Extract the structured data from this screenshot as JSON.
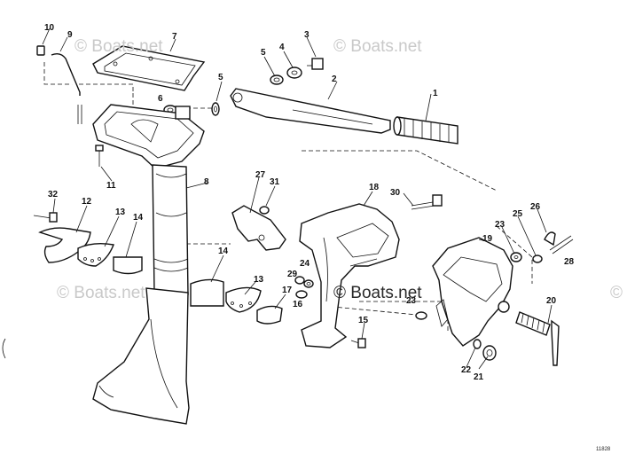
{
  "watermarks": [
    {
      "id": "wm1",
      "text": "© Boats.net",
      "style": "light"
    },
    {
      "id": "wm2",
      "text": "© Boats.net",
      "style": "light"
    },
    {
      "id": "wm3",
      "text": "© Boats.net",
      "style": "light"
    },
    {
      "id": "wm4",
      "text": "© Boats.net",
      "style": "dark"
    },
    {
      "id": "wm5",
      "text": "© Boats.net",
      "style": "light"
    }
  ],
  "callouts": [
    "1",
    "2",
    "3",
    "4",
    "5",
    "5",
    "6",
    "7",
    "8",
    "9",
    "10",
    "11",
    "12",
    "13",
    "13",
    "14",
    "14",
    "15",
    "16",
    "17",
    "18",
    "19",
    "20",
    "21",
    "22",
    "23",
    "23",
    "24",
    "25",
    "26",
    "27",
    "28",
    "29",
    "30",
    "31",
    "32"
  ],
  "drawing_code": "11828"
}
